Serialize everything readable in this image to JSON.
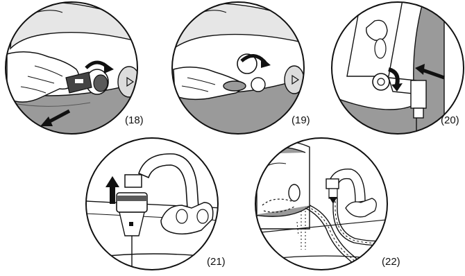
{
  "steps": [
    {
      "id": "18",
      "label": "(18)"
    },
    {
      "id": "19",
      "label": "(19)"
    },
    {
      "id": "20",
      "label": "(20)"
    },
    {
      "id": "21",
      "label": "(21)"
    },
    {
      "id": "22",
      "label": "(22)"
    }
  ],
  "colors": {
    "line": "#111111",
    "shade": "#9a9a9a",
    "light_shade": "#cfcfcf",
    "background": "#ffffff"
  }
}
